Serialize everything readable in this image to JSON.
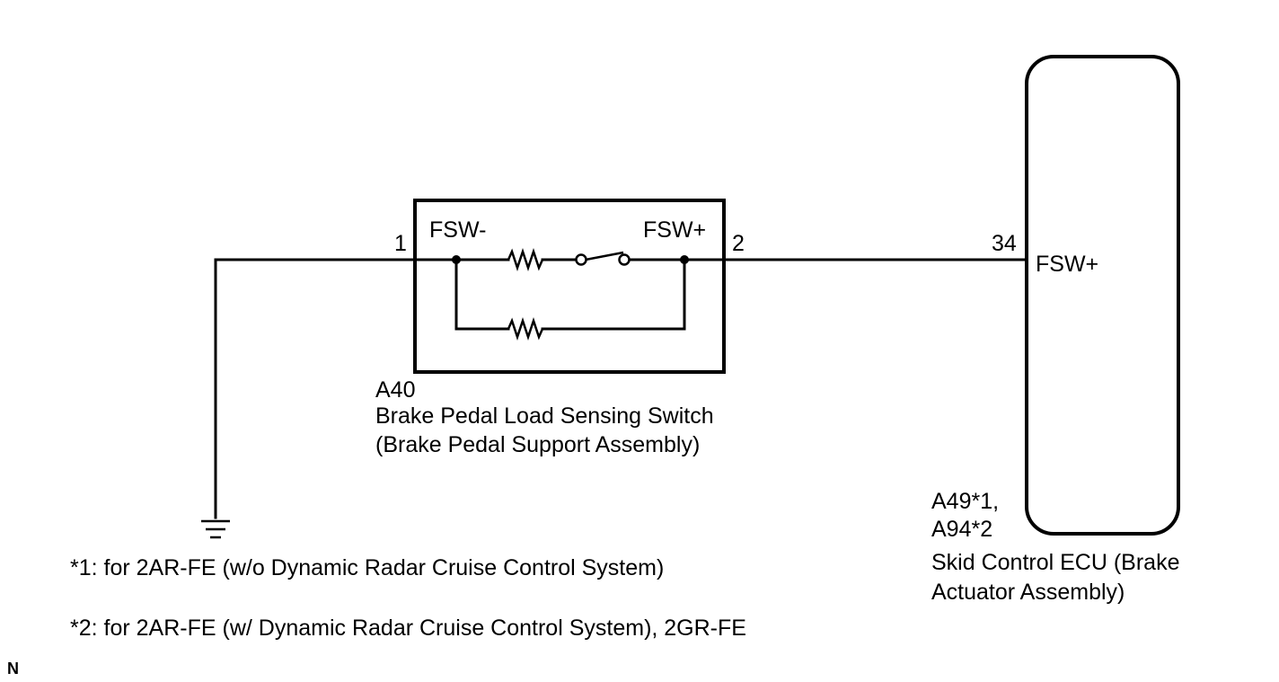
{
  "switch_component": {
    "connector_id": "A40",
    "name_line1": "Brake Pedal Load Sensing Switch",
    "name_line2": "(Brake Pedal Support Assembly)",
    "terminal_neg_label": "FSW-",
    "terminal_pos_label": "FSW+",
    "pin_neg": "1",
    "pin_pos": "2"
  },
  "ecu_component": {
    "connector_id_line1": "A49*1,",
    "connector_id_line2": "A94*2",
    "name_line1": "Skid Control ECU (Brake",
    "name_line2": "Actuator Assembly)",
    "terminal_label": "FSW+",
    "pin": "34"
  },
  "footnotes": {
    "note1": "*1: for 2AR-FE (w/o Dynamic Radar Cruise Control System)",
    "note2": "*2: for 2AR-FE (w/ Dynamic Radar Cruise Control System), 2GR-FE"
  },
  "corner_mark": "N",
  "icons": {
    "ground": "ground-symbol-icon",
    "resistor": "resistor-icon",
    "switch": "switch-icon",
    "junction": "junction-dot-icon"
  }
}
